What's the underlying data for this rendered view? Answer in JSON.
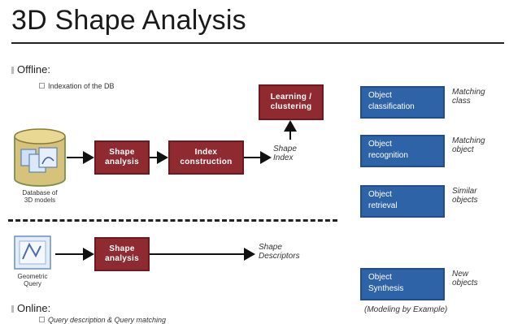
{
  "title": "3D Shape Analysis",
  "offline": {
    "label": "Offline:",
    "sub": "Indexation of the DB"
  },
  "online": {
    "label": "Online:",
    "sub": "Query description & Query matching"
  },
  "database_caption": "Database of\n3D models",
  "query_caption": "Geometric\nQuery",
  "boxes": {
    "shape_analysis_top": "Shape\nanalysis",
    "index_construction": "Index\nconstruction",
    "learning": "Learning /\nclustering",
    "shape_analysis_bottom": "Shape\nanalysis"
  },
  "labels": {
    "shape_index": "Shape\nIndex",
    "shape_descriptors": "Shape\nDescriptors"
  },
  "tasks": [
    {
      "box": "Object\nclassification",
      "note": "Matching\nclass"
    },
    {
      "box": "Object\nrecognition",
      "note": "Matching\nobject"
    },
    {
      "box": "Object\nretrieval",
      "note": "Similar\nobjects"
    },
    {
      "box": "Object\nSynthesis",
      "note": "New\nobjects"
    }
  ],
  "modeling_note": "(Modeling by Example)",
  "colors": {
    "red_box": "#8e2a30",
    "blue_box": "#2f63a8"
  }
}
